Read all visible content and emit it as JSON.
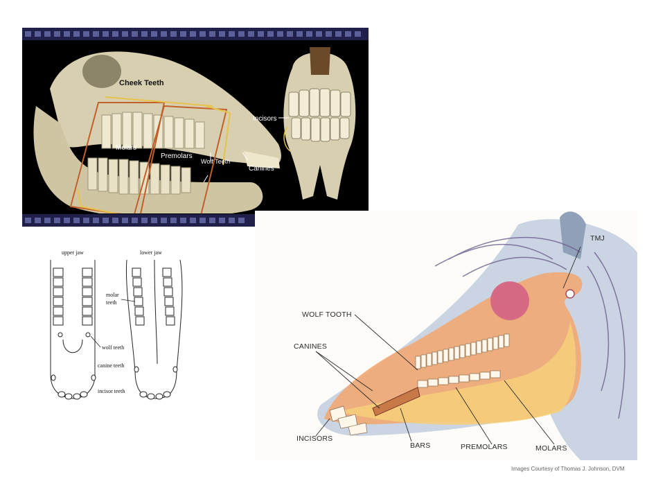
{
  "photo_panel": {
    "cheek_teeth": "Cheek Teeth",
    "molars": "Molars",
    "premolars": "Premolars",
    "wolf_teeth": "Wolf Teeth",
    "canines": "Canines",
    "incisors": "Incisors"
  },
  "jaw_diagram": {
    "upper_jaw": "upper jaw",
    "lower_jaw": "lower jaw",
    "molar_teeth_1": "molar",
    "molar_teeth_2": "teeth",
    "wolf_teeth": "wolf teeth",
    "canine_teeth": "canine teeth",
    "incisor_teeth": "incisor teeth"
  },
  "illustration": {
    "tmj": "TMJ",
    "wolf_tooth": "WOLF TOOTH",
    "canines": "CANINES",
    "incisors": "INCISORS",
    "bars": "BARS",
    "premolars": "PREMOLARS",
    "molars": "MOLARS"
  },
  "credit": "Images Courtesy of Thomas J. Johnson, DVM",
  "colors": {
    "bone": "#d8cfb0",
    "skull_tint": "#f2a873",
    "jaw_outline_orange": "#d07a2a",
    "jaw_outline_yellow": "#e8c24a",
    "filmstrip": "#20204a"
  }
}
